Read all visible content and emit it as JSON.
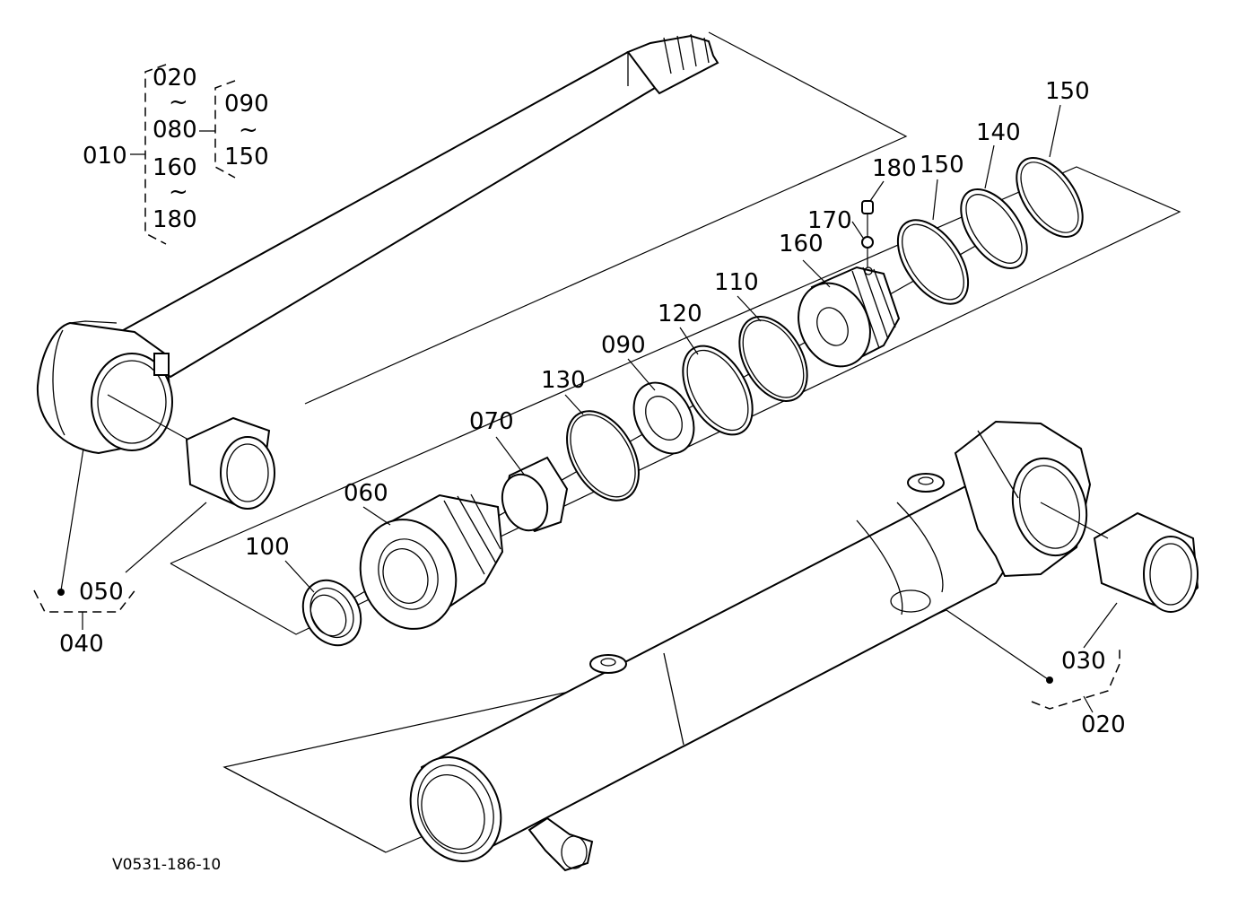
{
  "labels": {
    "l010": "010",
    "l020a": "020",
    "l080": "080",
    "l160a": "160",
    "l180a": "180",
    "l090a": "090",
    "l150a": "150",
    "l180b": "180",
    "l170": "170",
    "l160b": "160",
    "l150b": "150",
    "l140": "140",
    "l150c": "150",
    "l110": "110",
    "l120": "120",
    "l090b": "090",
    "l130": "130",
    "l070": "070",
    "l060": "060",
    "l100": "100",
    "l050": "050",
    "l040": "040",
    "l030": "030",
    "l020b": "020"
  },
  "range_symbol": "~",
  "drawing_code": "V0531-186-10"
}
